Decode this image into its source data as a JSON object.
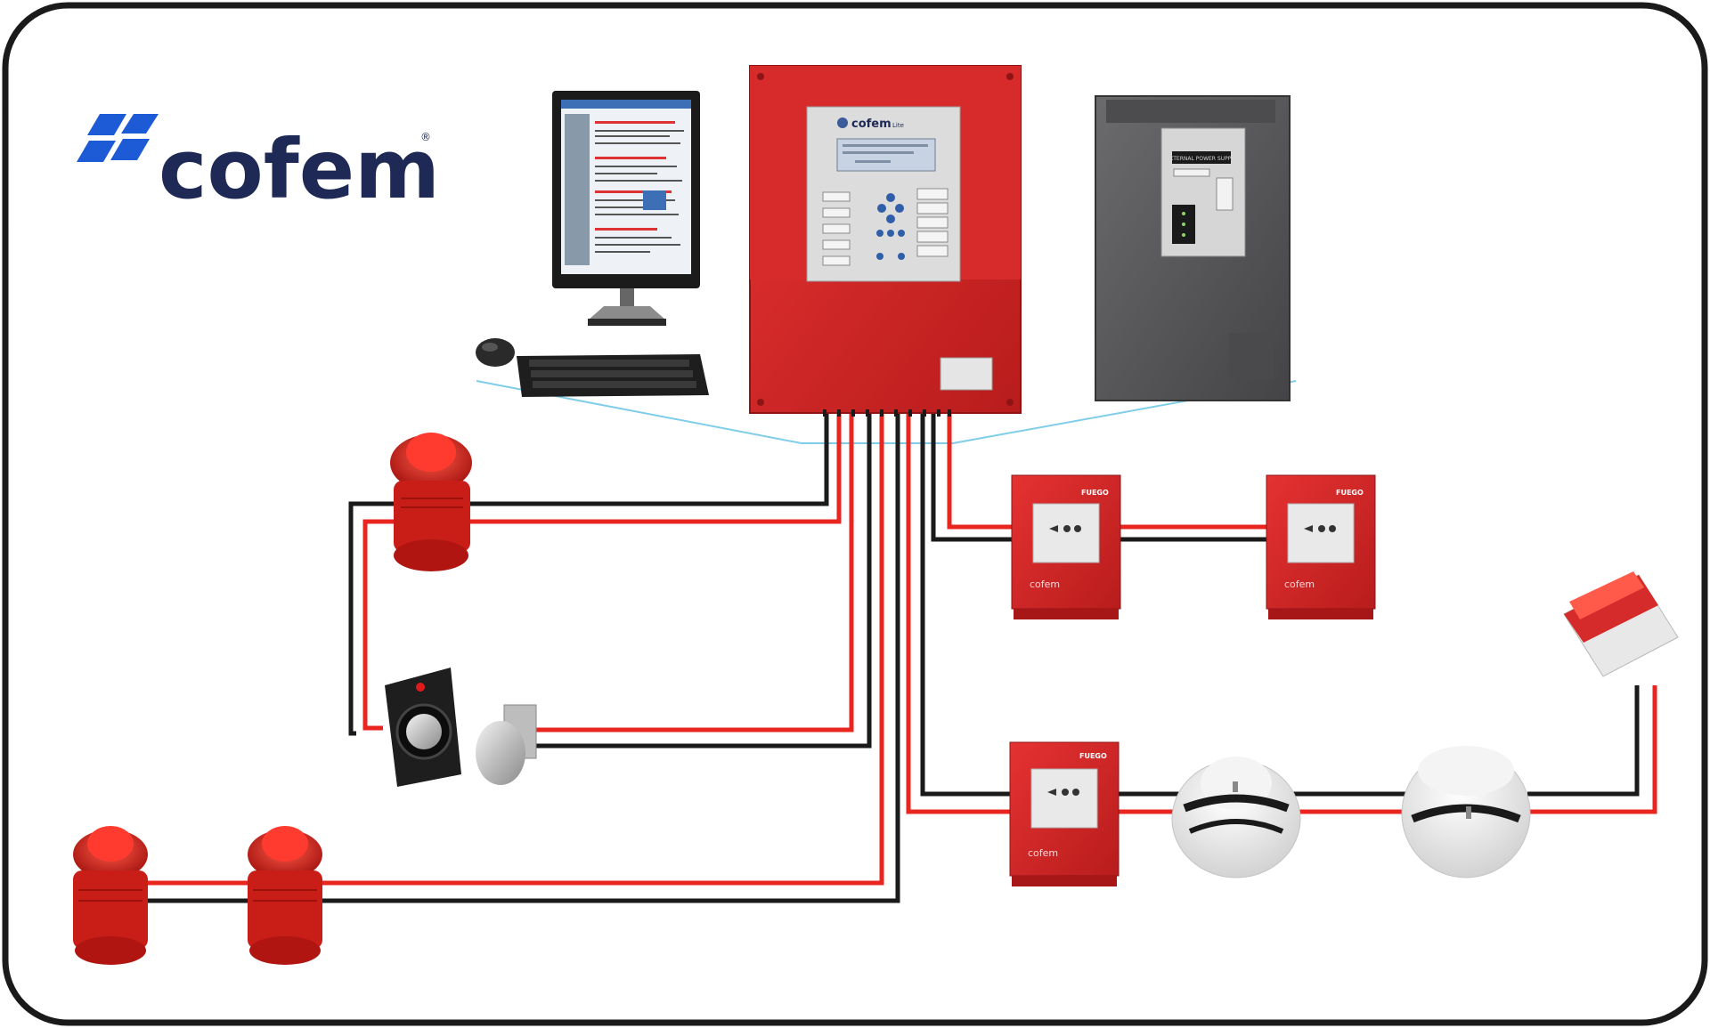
{
  "brand": {
    "name": "cofem",
    "registered": "®",
    "logo_color": "#1e2a55",
    "logo_accent": "#1d5bd6"
  },
  "panel": {
    "brand_label": "cofem",
    "model_suffix": "Lite"
  },
  "power_supply": {
    "display_text": "EXTERNAL POWER SUPPLY"
  },
  "call_points": [
    {
      "label": "FUEGO",
      "brand": "cofem"
    },
    {
      "label": "FUEGO",
      "brand": "cofem"
    },
    {
      "label": "FUEGO",
      "brand": "cofem"
    }
  ],
  "colors": {
    "frame": "#1a1a1a",
    "wire_red": "#e8261f",
    "wire_black": "#1a1a1a",
    "wire_network": "#7fcde8",
    "device_red": "#d62b2b",
    "panel_gray": "#5a5a5c"
  }
}
